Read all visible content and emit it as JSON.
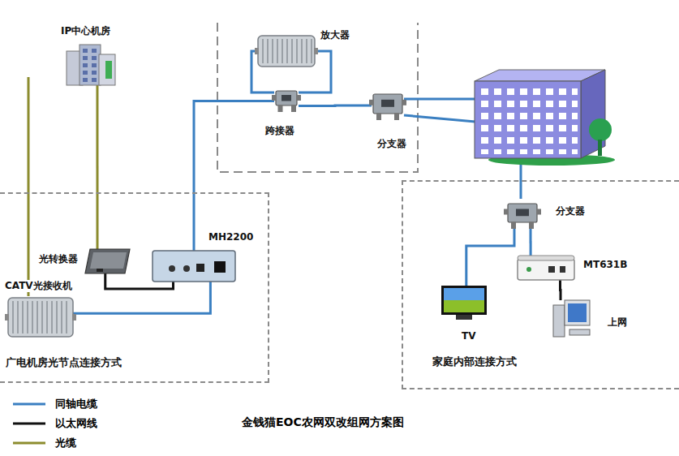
{
  "diagram": {
    "caption": "金钱猫EOC农网双改组网方案图",
    "nodes": [
      {
        "text": [
          "IP中心机房"
        ]
      },
      {
        "text": [
          "放大器"
        ]
      },
      {
        "text": [
          "跨接器"
        ]
      },
      {
        "text": [
          "分支器"
        ]
      },
      {
        "text": [
          "广电机房光节点连接方式"
        ]
      },
      {
        "text": [
          "光转换器"
        ],
        "in": 4
      },
      {
        "text": [
          "MH2200"
        ],
        "in": 4
      },
      {
        "text": [
          "CATV光接收机"
        ],
        "in": 4
      },
      {
        "text": [
          "家庭内部连接方式"
        ]
      },
      {
        "text": [
          "分支器"
        ],
        "in": 8
      },
      {
        "text": [
          "TV"
        ],
        "in": 8
      },
      {
        "text": [
          "MT631B"
        ],
        "in": 8
      },
      {
        "text": [
          "上网"
        ],
        "in": 8
      }
    ],
    "edges": [
      {
        "from": 0,
        "to": 5,
        "arrow": "none"
      },
      {
        "from": 5,
        "to": 6,
        "arrow": "none"
      },
      {
        "from": 7,
        "to": 6,
        "arrow": "none"
      },
      {
        "from": 6,
        "to": 2,
        "arrow": "none"
      },
      {
        "from": 2,
        "to": 1,
        "arrow": "none"
      },
      {
        "from": 1,
        "to": 2,
        "arrow": "none"
      },
      {
        "from": 2,
        "to": 3,
        "arrow": "none"
      },
      {
        "from": 9,
        "to": 10,
        "arrow": "none"
      },
      {
        "from": 9,
        "to": 11,
        "arrow": "none"
      },
      {
        "from": 11,
        "to": 12,
        "arrow": "none"
      }
    ],
    "legend": [
      {
        "text": "同轴电缆"
      },
      {
        "text": "以太网线"
      },
      {
        "text": "光缆"
      }
    ]
  }
}
